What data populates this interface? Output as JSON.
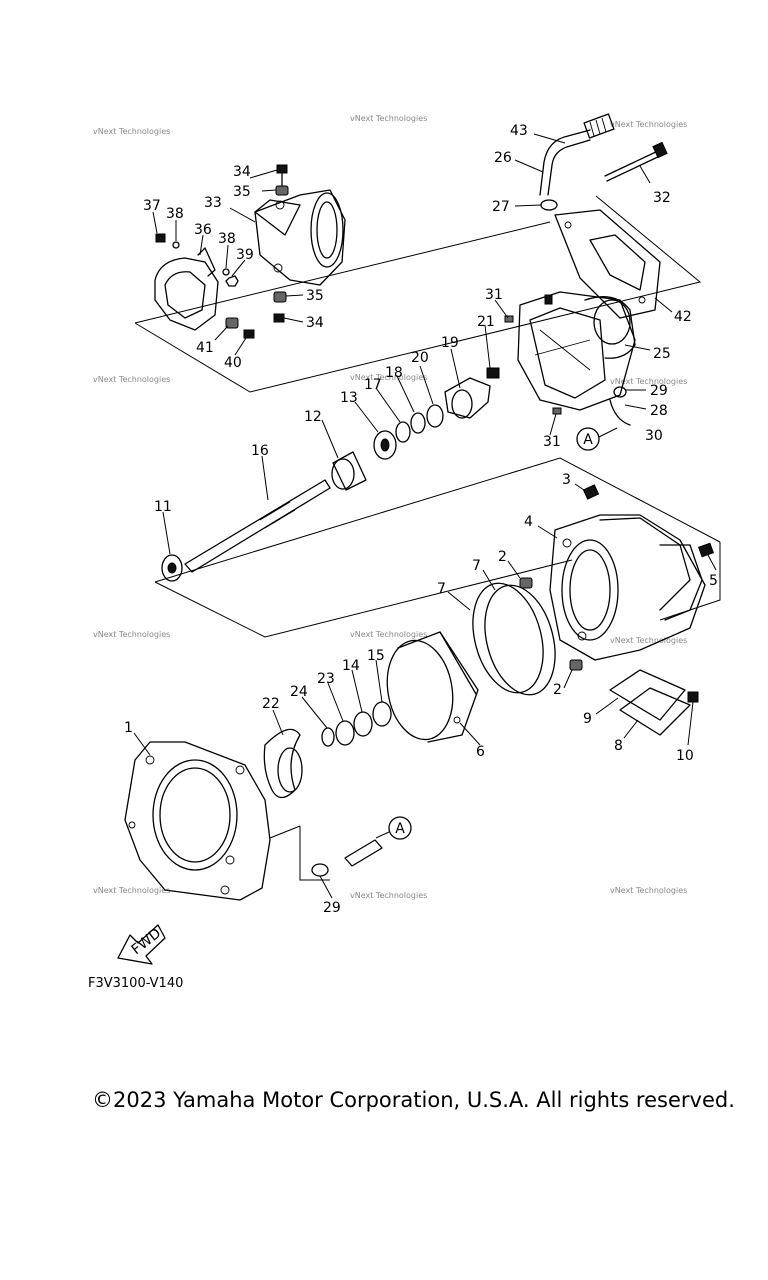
{
  "watermark": "vNext Technologies",
  "diagram_code": "F3V3100-V140",
  "copyright": "©2023 Yamaha Motor Corporation, U.S.A. All rights reserved.",
  "fwd_label": "FWD",
  "reference_marker": "A",
  "callouts": [
    "1",
    "2",
    "2",
    "3",
    "4",
    "5",
    "6",
    "7",
    "7",
    "8",
    "9",
    "10",
    "11",
    "12",
    "13",
    "14",
    "15",
    "16",
    "17",
    "18",
    "19",
    "20",
    "21",
    "22",
    "23",
    "24",
    "25",
    "26",
    "27",
    "28",
    "29",
    "29",
    "30",
    "31",
    "31",
    "32",
    "33",
    "34",
    "34",
    "35",
    "35",
    "36",
    "37",
    "38",
    "38",
    "39",
    "40",
    "41",
    "42",
    "43"
  ]
}
